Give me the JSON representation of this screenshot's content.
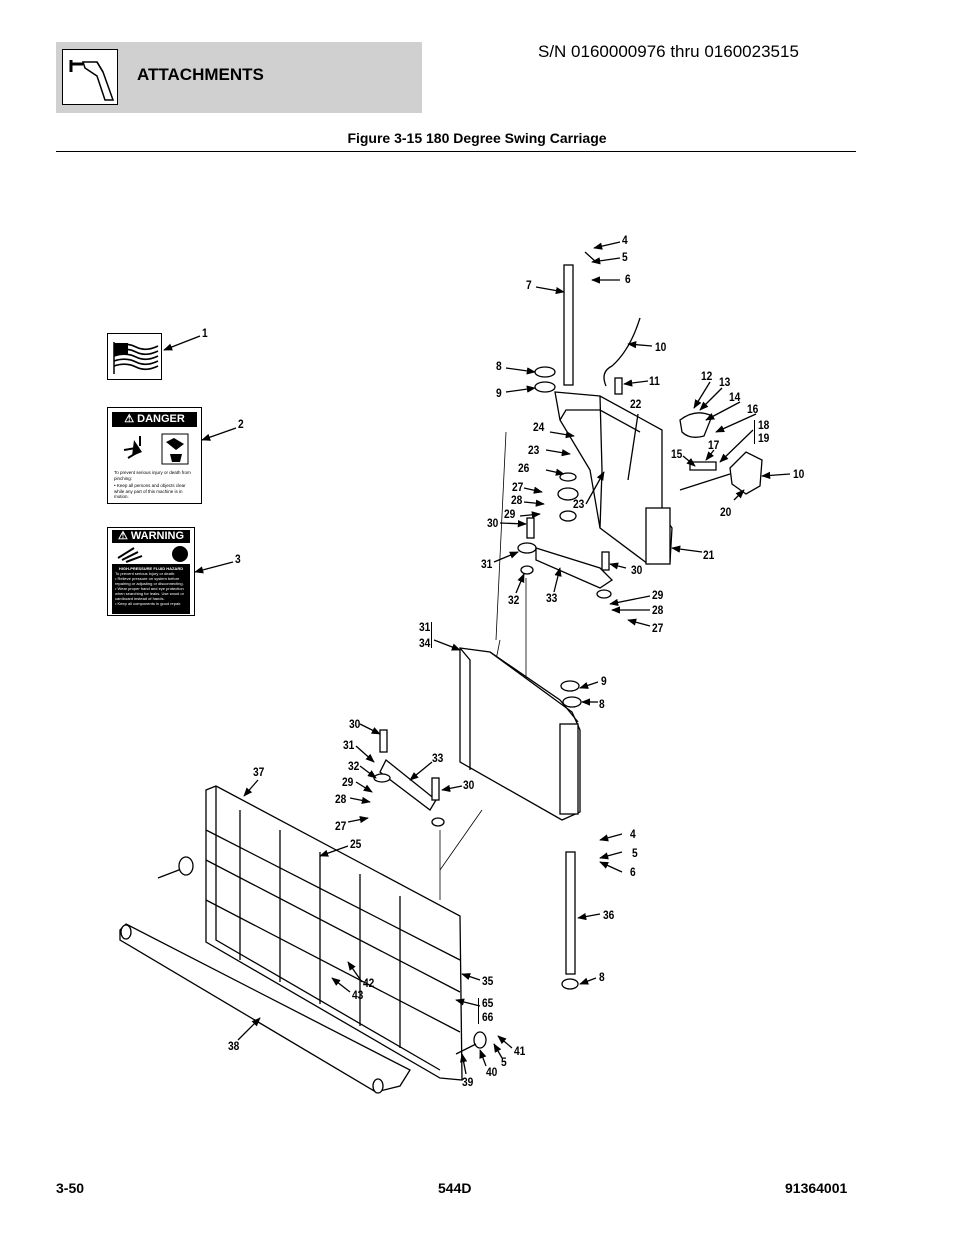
{
  "header": {
    "section": "ATTACHMENTS",
    "serial_range": "S/N 0160000976 thru 0160023515",
    "icon": "attachment-icon"
  },
  "figure": {
    "title": "Figure 3-15 180 Degree Swing Carriage"
  },
  "decals": {
    "danger": {
      "heading": "DANGER",
      "line1": "To prevent serious injury or death from pinching:",
      "line2": "• Keep all persons and objects clear while any part of this machine is in motion."
    },
    "warning": {
      "heading": "WARNING",
      "hazard": "HIGH-PRESSURE FLUID HAZARD",
      "line1": "To prevent serious injury or death:",
      "line2": "• Relieve pressure on system before repairing or adjusting or disconnecting.",
      "line3": "• Wear proper hand and eye protection when searching for leaks. Use wood or cardboard instead of hands.",
      "line4": "• Keep all components in good repair."
    }
  },
  "callouts": [
    {
      "id": "c1",
      "text": "1"
    },
    {
      "id": "c2",
      "text": "2"
    },
    {
      "id": "c3",
      "text": "3"
    },
    {
      "id": "c4a",
      "text": "4"
    },
    {
      "id": "c5a",
      "text": "5"
    },
    {
      "id": "c6a",
      "text": "6"
    },
    {
      "id": "c7",
      "text": "7"
    },
    {
      "id": "c8a",
      "text": "8"
    },
    {
      "id": "c9a",
      "text": "9"
    },
    {
      "id": "c10a",
      "text": "10"
    },
    {
      "id": "c11",
      "text": "11"
    },
    {
      "id": "c12",
      "text": "12"
    },
    {
      "id": "c13",
      "text": "13"
    },
    {
      "id": "c14",
      "text": "14"
    },
    {
      "id": "c15",
      "text": "15"
    },
    {
      "id": "c16",
      "text": "16"
    },
    {
      "id": "c17",
      "text": "17"
    },
    {
      "id": "c18",
      "text": "18"
    },
    {
      "id": "c19",
      "text": "19"
    },
    {
      "id": "c10b",
      "text": "10"
    },
    {
      "id": "c20",
      "text": "20"
    },
    {
      "id": "c21",
      "text": "21"
    },
    {
      "id": "c22",
      "text": "22"
    },
    {
      "id": "c23a",
      "text": "23"
    },
    {
      "id": "c23b",
      "text": "23"
    },
    {
      "id": "c24",
      "text": "24"
    },
    {
      "id": "c26",
      "text": "26"
    },
    {
      "id": "c27a",
      "text": "27"
    },
    {
      "id": "c28a",
      "text": "28"
    },
    {
      "id": "c29a",
      "text": "29"
    },
    {
      "id": "c30a",
      "text": "30"
    },
    {
      "id": "c31a",
      "text": "31"
    },
    {
      "id": "c32a",
      "text": "32"
    },
    {
      "id": "c33a",
      "text": "33"
    },
    {
      "id": "c30b",
      "text": "30"
    },
    {
      "id": "c29b",
      "text": "29"
    },
    {
      "id": "c28b",
      "text": "28"
    },
    {
      "id": "c27b",
      "text": "27"
    },
    {
      "id": "c31b",
      "text": "31"
    },
    {
      "id": "c34",
      "text": "34"
    },
    {
      "id": "c9b",
      "text": "9"
    },
    {
      "id": "c8b",
      "text": "8"
    },
    {
      "id": "c30c",
      "text": "30"
    },
    {
      "id": "c31c",
      "text": "31"
    },
    {
      "id": "c32b",
      "text": "32"
    },
    {
      "id": "c33b",
      "text": "33"
    },
    {
      "id": "c30d",
      "text": "30"
    },
    {
      "id": "c29c",
      "text": "29"
    },
    {
      "id": "c28c",
      "text": "28"
    },
    {
      "id": "c27c",
      "text": "27"
    },
    {
      "id": "c37",
      "text": "37"
    },
    {
      "id": "c25",
      "text": "25"
    },
    {
      "id": "c4b",
      "text": "4"
    },
    {
      "id": "c5b",
      "text": "5"
    },
    {
      "id": "c6b",
      "text": "6"
    },
    {
      "id": "c36",
      "text": "36"
    },
    {
      "id": "c8c",
      "text": "8"
    },
    {
      "id": "c42",
      "text": "42"
    },
    {
      "id": "c43",
      "text": "43"
    },
    {
      "id": "c35",
      "text": "35"
    },
    {
      "id": "c65",
      "text": "65"
    },
    {
      "id": "c66",
      "text": "66"
    },
    {
      "id": "c41",
      "text": "41"
    },
    {
      "id": "c5c",
      "text": "5"
    },
    {
      "id": "c40",
      "text": "40"
    },
    {
      "id": "c39",
      "text": "39"
    },
    {
      "id": "c38",
      "text": "38"
    }
  ],
  "footer": {
    "page": "3-50",
    "model": "544D",
    "doc_number": "91364001"
  }
}
